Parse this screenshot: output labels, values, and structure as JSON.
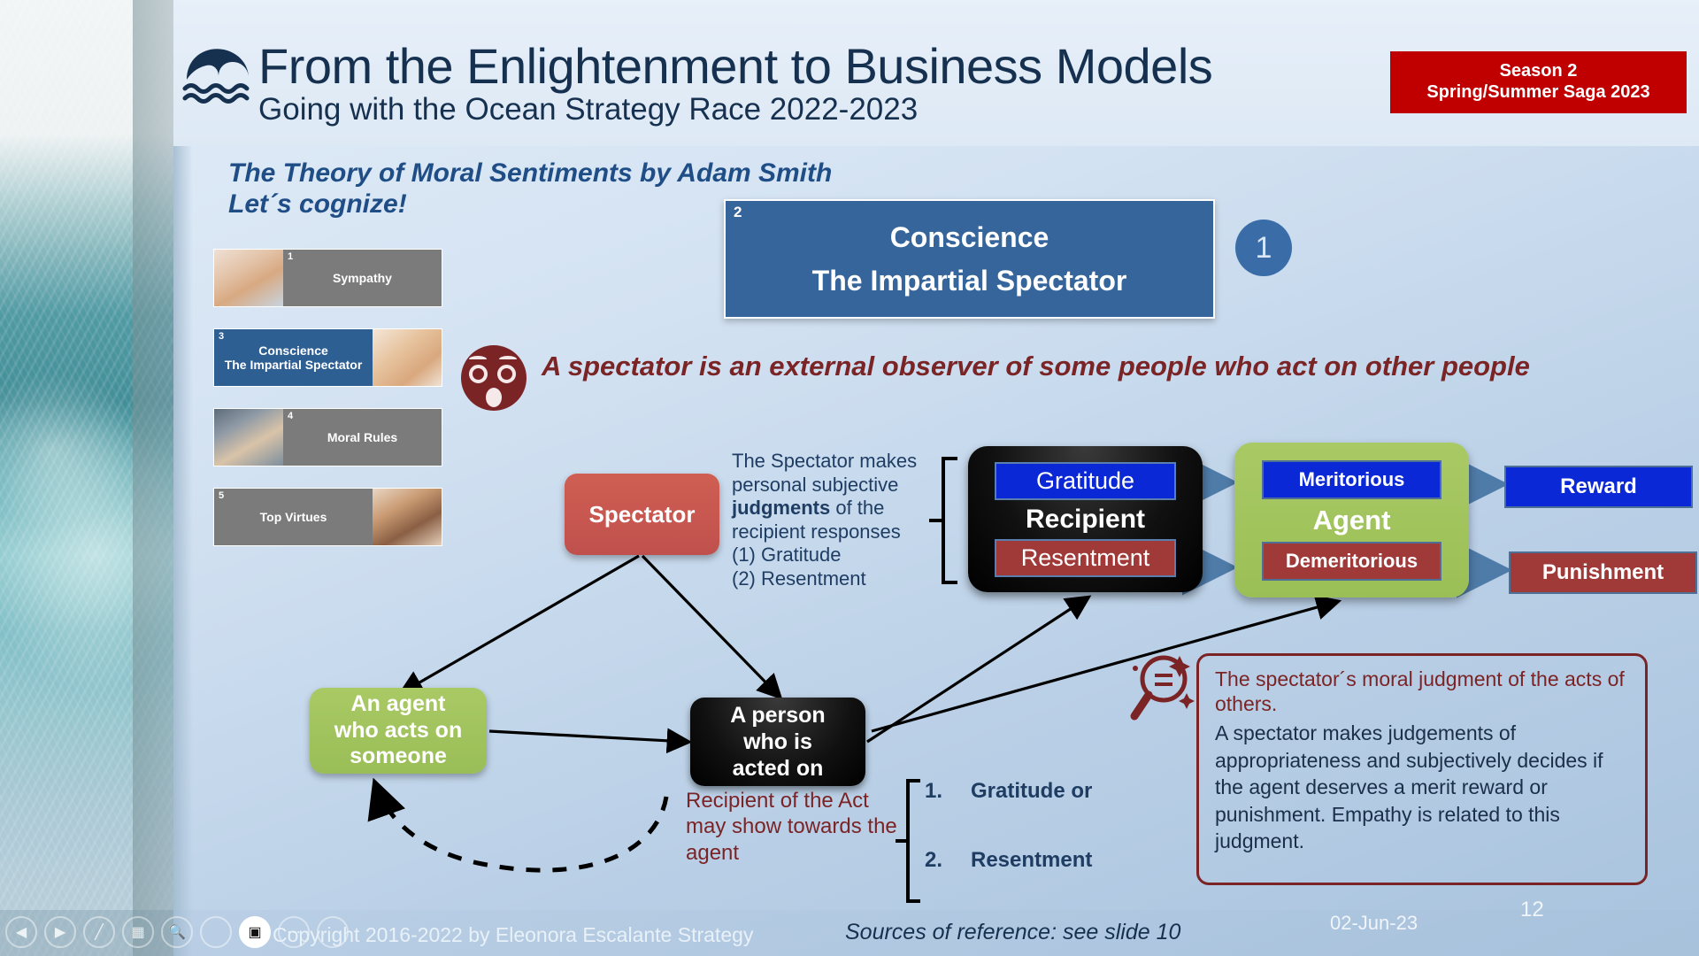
{
  "header": {
    "logo_icon": "wave-logo",
    "title": "From the Enlightenment to Business Models",
    "subtitle": "Going with the Ocean Strategy Race 2022-2023",
    "badge_line1": "Season 2",
    "badge_line2": "Spring/Summer Saga 2023",
    "badge_color": "#c00000"
  },
  "section": {
    "heading_line1": "The Theory of Moral Sentiments by Adam Smith",
    "heading_line2": "Let´s cognize!",
    "heading_color": "#1f4e87"
  },
  "thumbnails": [
    {
      "num": "1",
      "label": "Sympathy",
      "active": false
    },
    {
      "num": "3",
      "label_line1": "Conscience",
      "label_line2": "The Impartial Spectator",
      "active": true
    },
    {
      "num": "4",
      "label": "Moral Rules",
      "active": false
    },
    {
      "num": "5",
      "label": "Top Virtues",
      "active": false
    }
  ],
  "conscience_panel": {
    "num": "2",
    "line1": "Conscience",
    "line2": "The Impartial Spectator",
    "step_badge": "1",
    "fill": "#35659b"
  },
  "spectator_definition": {
    "icon": "surprised-face-icon",
    "text": "A spectator is an external observer of some people who act on other people",
    "color": "#7b2426"
  },
  "diagram": {
    "spectator_label": "Spectator",
    "judgment_text_parts": {
      "p1": "The Spectator makes personal subjective ",
      "bold": "judgments",
      "p2": " of the recipient responses",
      "item1": "(1) Gratitude",
      "item2": "(2) Resentment"
    },
    "recipient": {
      "title": "Recipient",
      "positive": "Gratitude",
      "negative": "Resentment"
    },
    "agent": {
      "title": "Agent",
      "positive": "Meritorious",
      "negative": "Demeritorious"
    },
    "outcomes": {
      "reward": "Reward",
      "punishment": "Punishment"
    },
    "agent_acts_box": {
      "l1": "An agent",
      "l2": "who acts on",
      "l3": "someone"
    },
    "person_acted_box": {
      "l1": "A person",
      "l2": "who is",
      "l3": "acted on"
    },
    "recipient_note": "Recipient of the Act may show towards the agent",
    "responses": [
      {
        "num": "1.",
        "label": "Gratitude or"
      },
      {
        "num": "2.",
        "label": "Resentment"
      }
    ]
  },
  "callout": {
    "icon": "magnifier-icon",
    "highlight": "The spectator´s moral judgment of the acts of others.",
    "body": "A spectator  makes judgements of appropriateness  and  subjectively decides if the agent deserves a merit reward or punishment. Empathy is related to this judgment.",
    "border_color": "#7b2426"
  },
  "footer": {
    "controls": [
      {
        "icon": "previous-slide-icon"
      },
      {
        "icon": "next-slide-icon"
      },
      {
        "icon": "pen-icon"
      },
      {
        "icon": "all-slides-icon"
      },
      {
        "icon": "zoom-icon"
      },
      {
        "icon": "blank-icon"
      },
      {
        "icon": "camera-icon"
      },
      {
        "icon": "more-options-icon"
      },
      {
        "icon": "cursor-icon"
      }
    ],
    "copyright": "Copyright 2016-2022 by Eleonora Escalante Strategy",
    "sources": "Sources of reference: see slide 10",
    "date": "02-Jun-23",
    "slide_number": "12"
  }
}
